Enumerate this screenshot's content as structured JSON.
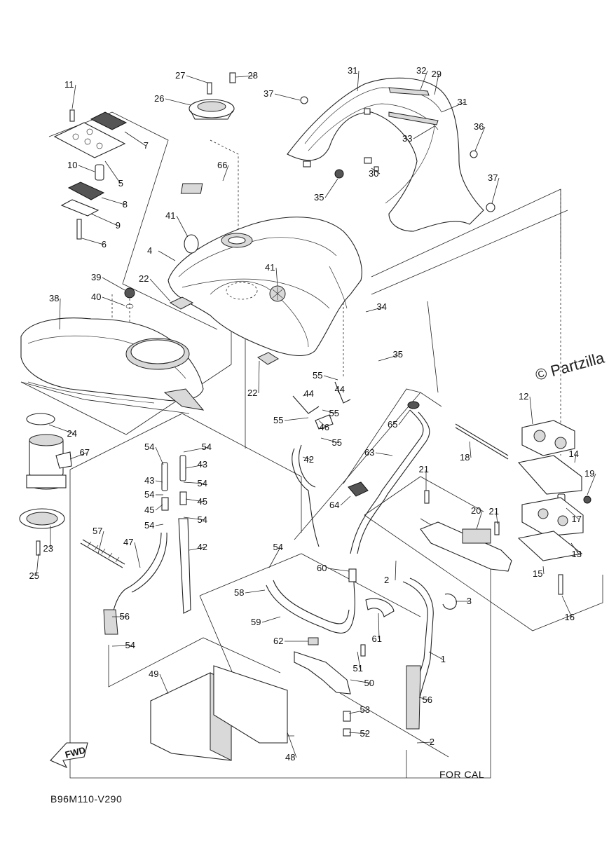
{
  "diagram_code": "B96M110-V290",
  "watermark": "© Partzilla",
  "for_cal_label": "FOR CAL",
  "fwd_label": "FWD",
  "part_numbers": [
    "1",
    "2",
    "3",
    "4",
    "5",
    "6",
    "7",
    "8",
    "9",
    "10",
    "11",
    "12",
    "13",
    "14",
    "15",
    "16",
    "17",
    "18",
    "19",
    "20",
    "21",
    "22",
    "23",
    "24",
    "25",
    "26",
    "27",
    "28",
    "29",
    "30",
    "31",
    "32",
    "33",
    "34",
    "35",
    "36",
    "37",
    "38",
    "39",
    "40",
    "41",
    "42",
    "43",
    "44",
    "45",
    "46",
    "47",
    "48",
    "49",
    "50",
    "51",
    "52",
    "53",
    "54",
    "55",
    "56",
    "57",
    "58",
    "59",
    "60",
    "61",
    "62",
    "63",
    "64",
    "65",
    "66",
    "67"
  ]
}
